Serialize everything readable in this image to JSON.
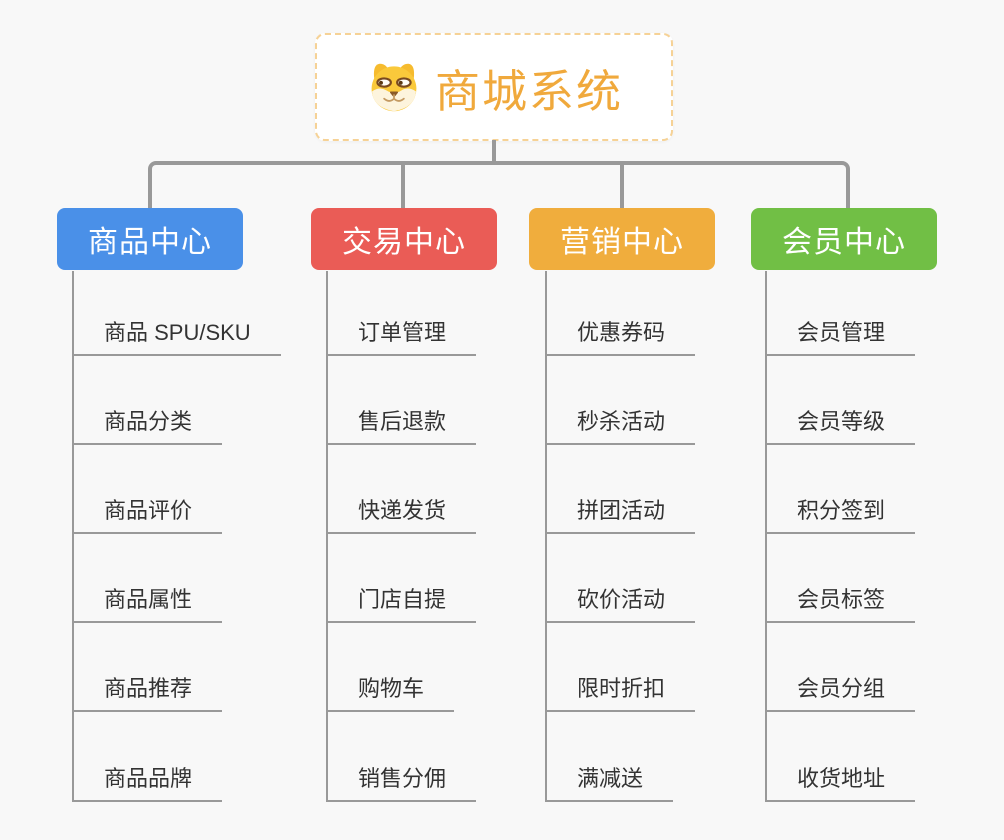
{
  "root": {
    "title": "商城系统",
    "icon": "shiba-dog-icon",
    "text_color": "#F0A93C",
    "border_color": "#F6D296"
  },
  "colors": {
    "background": "#F8F8F8",
    "connector": "#999999",
    "leaf_text": "#333333",
    "leaf_underline": "#999999"
  },
  "branches": [
    {
      "label": "商品中心",
      "color": "#4A90E8",
      "items": [
        "商品 SPU/SKU",
        "商品分类",
        "商品评价",
        "商品属性",
        "商品推荐",
        "商品品牌"
      ]
    },
    {
      "label": "交易中心",
      "color": "#EA5C56",
      "items": [
        "订单管理",
        "售后退款",
        "快递发货",
        "门店自提",
        "购物车",
        "销售分佣"
      ]
    },
    {
      "label": "营销中心",
      "color": "#F0AD3D",
      "items": [
        "优惠券码",
        "秒杀活动",
        "拼团活动",
        "砍价活动",
        "限时折扣",
        "满减送"
      ]
    },
    {
      "label": "会员中心",
      "color": "#71BF45",
      "items": [
        "会员管理",
        "会员等级",
        "积分签到",
        "会员标签",
        "会员分组",
        "收货地址"
      ]
    }
  ]
}
